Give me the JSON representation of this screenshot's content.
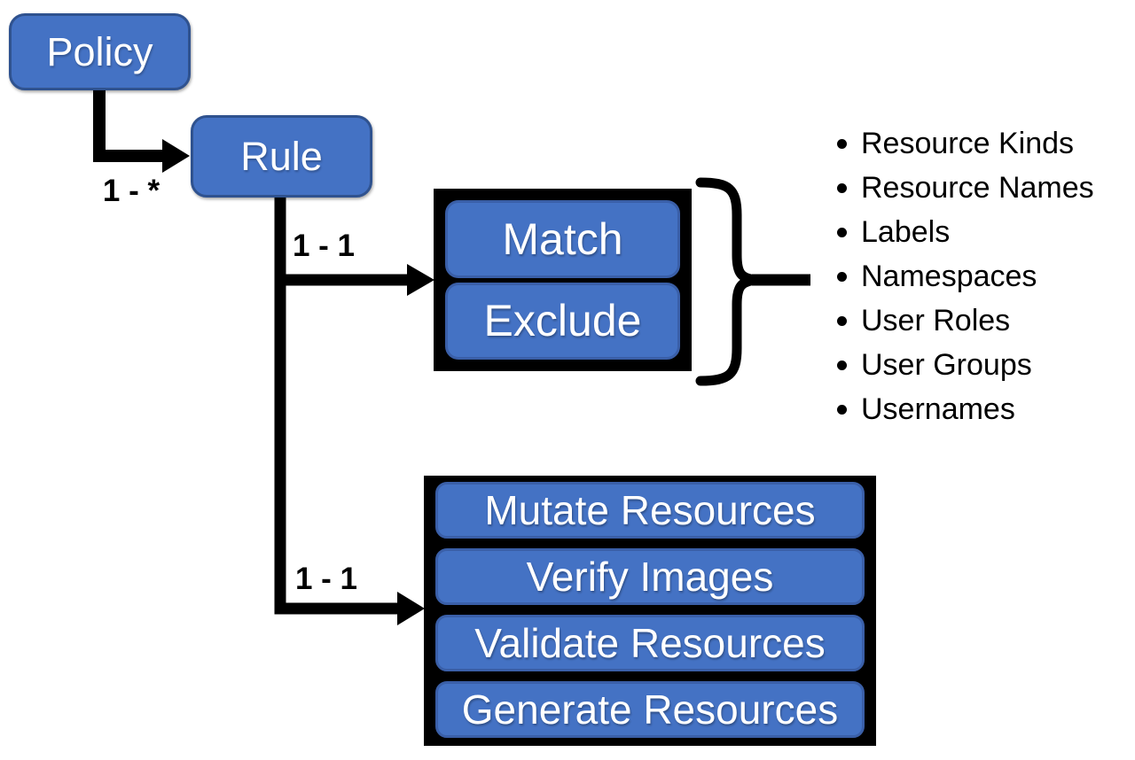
{
  "diagram": {
    "title_hint": "Policy structure diagram",
    "colors": {
      "node_fill": "#4472C4",
      "node_border": "#2F528F",
      "node_text": "#FFFFFF",
      "frame_fill": "#000000",
      "connector": "#000000",
      "label_text": "#000000",
      "background": "#FFFFFF"
    },
    "policy": {
      "label": "Policy"
    },
    "rule": {
      "label": "Rule"
    },
    "edges": {
      "policy_to_rule": {
        "cardinality": "1 - *"
      },
      "rule_to_match": {
        "cardinality": "1 - 1"
      },
      "rule_to_actions": {
        "cardinality": "1 - 1"
      }
    },
    "match_group": {
      "items": [
        {
          "label": "Match"
        },
        {
          "label": "Exclude"
        }
      ]
    },
    "actions_group": {
      "items": [
        {
          "label": "Mutate Resources"
        },
        {
          "label": "Verify Images"
        },
        {
          "label": "Validate Resources"
        },
        {
          "label": "Generate Resources"
        }
      ]
    },
    "criteria": {
      "items": [
        {
          "label": "Resource Kinds"
        },
        {
          "label": "Resource Names"
        },
        {
          "label": "Labels"
        },
        {
          "label": "Namespaces"
        },
        {
          "label": "User Roles"
        },
        {
          "label": "User Groups"
        },
        {
          "label": "Usernames"
        }
      ]
    }
  }
}
